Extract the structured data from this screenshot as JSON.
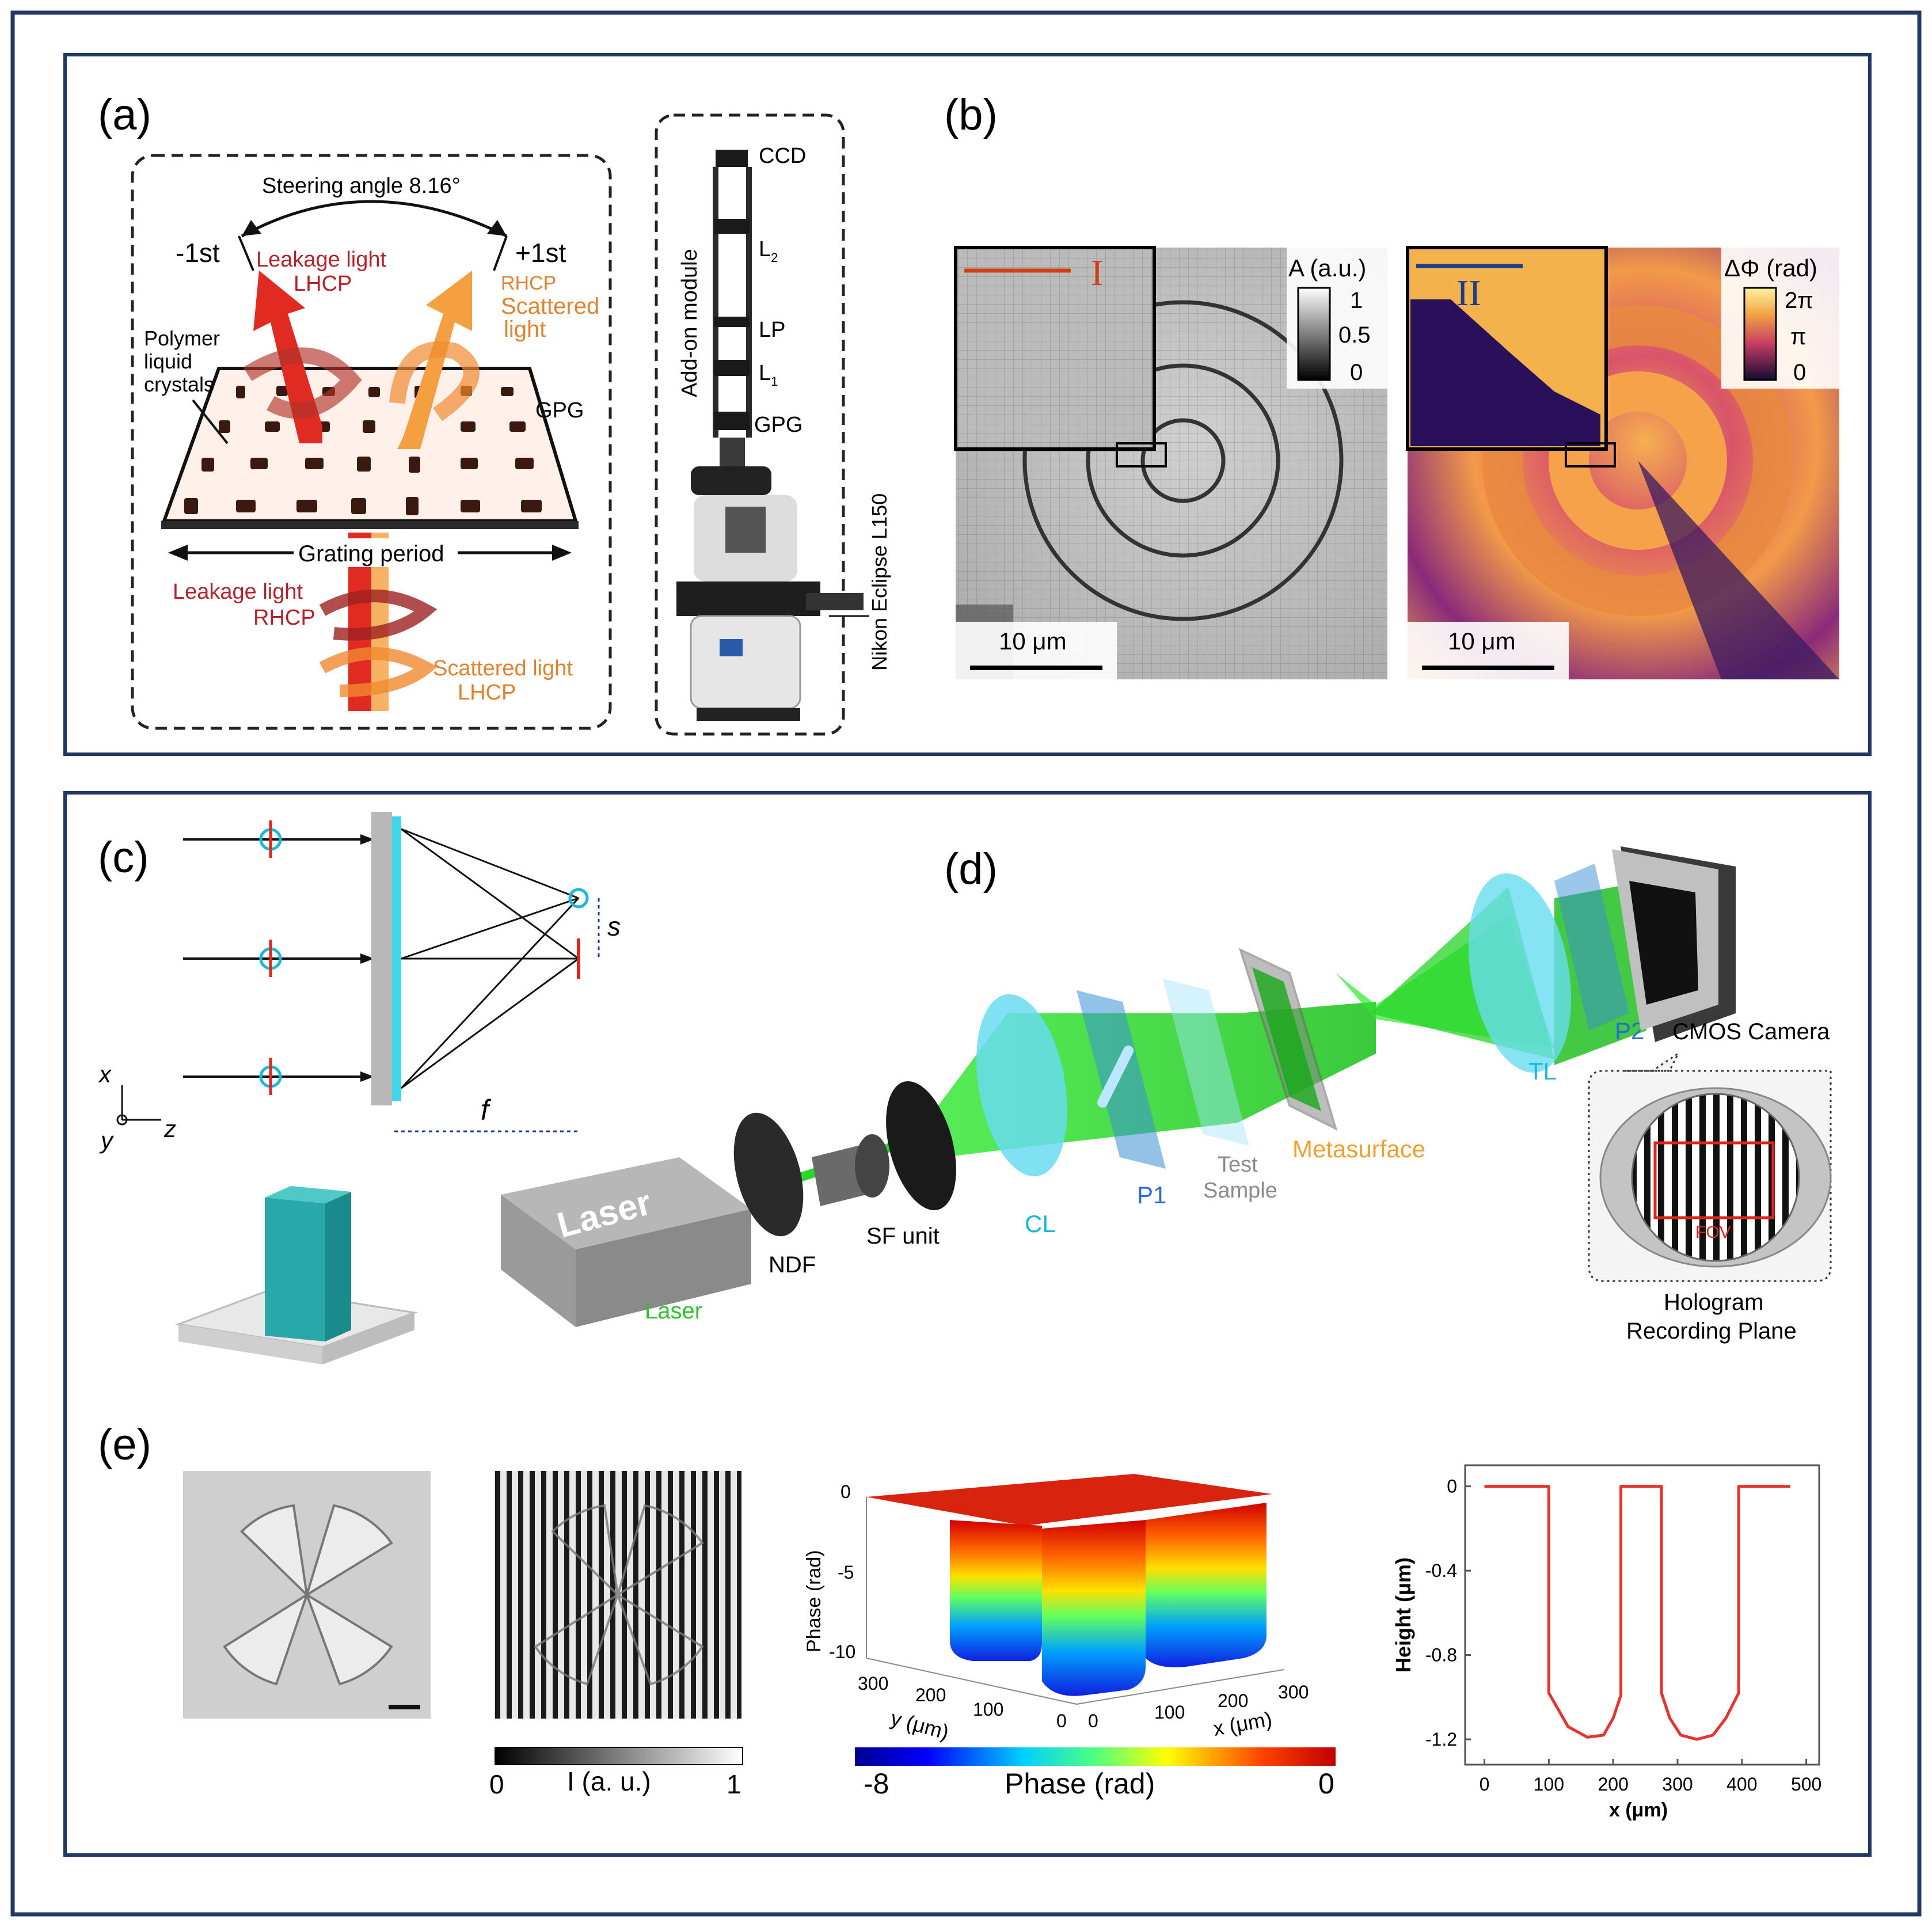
{
  "panel_a": {
    "label": "(a)",
    "steering_angle": "Steering angle 8.16°",
    "order_minus": "-1st",
    "order_plus": "+1st",
    "leak_top_1": "Leakage light",
    "leak_top_2": "LHCP",
    "scat_top_1": "RHCP",
    "scat_top_2": "Scattered",
    "scat_top_3": "light",
    "polymer_1": "Polymer",
    "polymer_2": "liquid",
    "polymer_3": "crystals",
    "gpg": "GPG",
    "grating_period": "Grating period",
    "leak_bot_1": "Leakage light",
    "leak_bot_2": "RHCP",
    "scat_bot_1": "Scattered light",
    "scat_bot_2": "LHCP",
    "addon": "Add-on module",
    "ccd": "CCD",
    "l2": "L",
    "l2_sub": "2",
    "lp": "LP",
    "l1": "L",
    "l1_sub": "1",
    "gpg2": "GPG",
    "microscope": "Nikon Eclipse L150"
  },
  "panel_b": {
    "label": "(b)",
    "inset_I": "I",
    "amp_title": "A (a.u.)",
    "amp_ticks": [
      "1",
      "0.5",
      "0"
    ],
    "scale_left": "10 μm",
    "inset_II": "II",
    "phase_title": "ΔΦ (rad)",
    "phase_ticks": [
      "2π",
      "π",
      "0"
    ],
    "scale_right": "10 μm"
  },
  "panel_c": {
    "label": "(c)",
    "s": "s",
    "f": "f",
    "ax_x": "x",
    "ax_y": "y",
    "ax_z": "z"
  },
  "panel_d": {
    "label": "(d)",
    "laser_box": "Laser",
    "laser": "Laser",
    "ndf": "NDF",
    "sf": "SF unit",
    "cl": "CL",
    "p1": "P1",
    "test_1": "Test",
    "test_2": "Sample",
    "meta": "Metasurface",
    "tl": "TL",
    "p2": "P2",
    "cmos": "CMOS Camera",
    "fov": "FOV",
    "holo_1": "Hologram",
    "holo_2": "Recording Plane"
  },
  "panel_e": {
    "label": "(e)",
    "int_min": "0",
    "int_label": "I (a. u.)",
    "int_max": "1",
    "phase_axis": "Phase (rad)",
    "phase_ticks": [
      "0",
      "-5",
      "-10"
    ],
    "y_ticks": [
      "300",
      "200",
      "100",
      "0"
    ],
    "y_label": "y (μm)",
    "x_ticks": [
      "0",
      "100",
      "200",
      "300"
    ],
    "x_label": "x (μm)",
    "cbar_min": "-8",
    "cbar_label": "Phase (rad)",
    "cbar_max": "0"
  },
  "chart_data": {
    "type": "line",
    "xlabel": "x (μm)",
    "ylabel": "Height (μm)",
    "xlim": [
      -30,
      520
    ],
    "ylim": [
      -1.32,
      0.1
    ],
    "xticks": [
      0,
      100,
      200,
      300,
      400,
      500
    ],
    "yticks": [
      0,
      -0.4,
      -0.8,
      -1.2
    ],
    "series": [
      {
        "color": "#e8322c",
        "x": [
          0,
          100,
          100,
          130,
          160,
          185,
          200,
          212,
          212,
          250,
          275,
          275,
          288,
          305,
          330,
          355,
          375,
          395,
          395,
          440,
          475
        ],
        "y": [
          0,
          0,
          -0.98,
          -1.14,
          -1.19,
          -1.18,
          -1.1,
          -0.99,
          0,
          0,
          0,
          -0.98,
          -1.1,
          -1.18,
          -1.2,
          -1.18,
          -1.1,
          -0.98,
          0,
          0,
          0
        ]
      }
    ]
  }
}
